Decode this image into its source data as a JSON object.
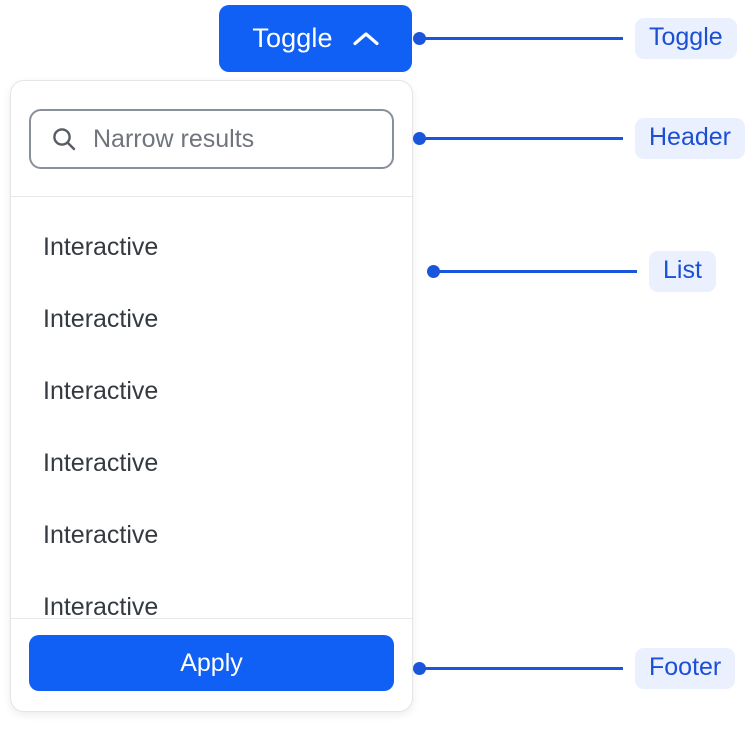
{
  "toggle": {
    "label": "Toggle",
    "icon": "chevron-up-icon",
    "expanded": true,
    "color": "#1060f5",
    "text_color": "#ffffff"
  },
  "panel": {
    "header": {
      "search": {
        "icon": "search-icon",
        "placeholder": "Narrow results",
        "value": ""
      }
    },
    "list": {
      "items": [
        {
          "label": "Interactive"
        },
        {
          "label": "Interactive"
        },
        {
          "label": "Interactive"
        },
        {
          "label": "Interactive"
        },
        {
          "label": "Interactive"
        },
        {
          "label": "Interactive"
        }
      ]
    },
    "footer": {
      "apply_label": "Apply",
      "apply_color": "#1060f5"
    },
    "border_color": "#e3e5e8",
    "background": "#ffffff"
  },
  "annotations": {
    "accent_color": "#1a56db",
    "badge_background": "#eaf0fd",
    "badge_text_color": "#1a4fd6",
    "items": [
      {
        "label": "Toggle"
      },
      {
        "label": "Header"
      },
      {
        "label": "List"
      },
      {
        "label": "Footer"
      }
    ]
  }
}
